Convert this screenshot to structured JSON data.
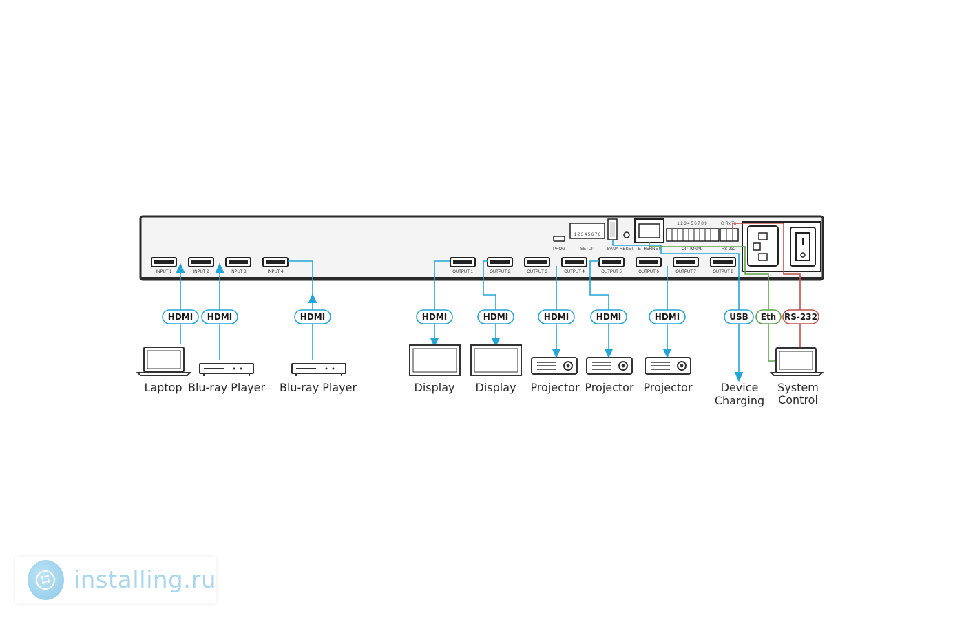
{
  "colors": {
    "cable_blue": "#22a6d6",
    "eth_green": "#5fa34a",
    "rs232_red": "#c0504d",
    "device_body": "#333333"
  },
  "panel": {
    "inputs": [
      "INPUT 1",
      "INPUT 2",
      "INPUT 3",
      "INPUT 4"
    ],
    "outputs": [
      "OUTPUT 1",
      "OUTPUT 2",
      "OUTPUT 3",
      "OUTPUT 4",
      "OUTPUT 5",
      "OUTPUT 6",
      "OUTPUT 7",
      "OUTPUT 8"
    ],
    "prog_label": "PROG",
    "setup_label": "SETUP",
    "setup_digits": "1 2 3 4 5 6 7 8",
    "usb_label": "5V/2A",
    "reset_label": "RESET",
    "ethernet_label": "ETHERNET",
    "optional_label": "OPTIONAL",
    "rs232_label": "RS-232",
    "terminal_digits": "1 2 3 4 5 6 7 8 9",
    "rs232_pins": "G Rx Tx"
  },
  "pills": {
    "hdmi": "HDMI",
    "usb": "USB",
    "eth": "Eth",
    "rs232": "RS-232"
  },
  "devices": {
    "laptop": "Laptop",
    "bluray1": "Blu-ray Player",
    "bluray2": "Blu-ray Player",
    "display1": "Display",
    "display2": "Display",
    "projector1": "Projector",
    "projector2": "Projector",
    "projector3": "Projector",
    "device_charging_line1": "Device",
    "device_charging_line2": "Charging",
    "system_control_line1": "System",
    "system_control_line2": "Control"
  },
  "watermark": {
    "text": "installing.ru",
    "icon": "globe-logo-icon"
  }
}
